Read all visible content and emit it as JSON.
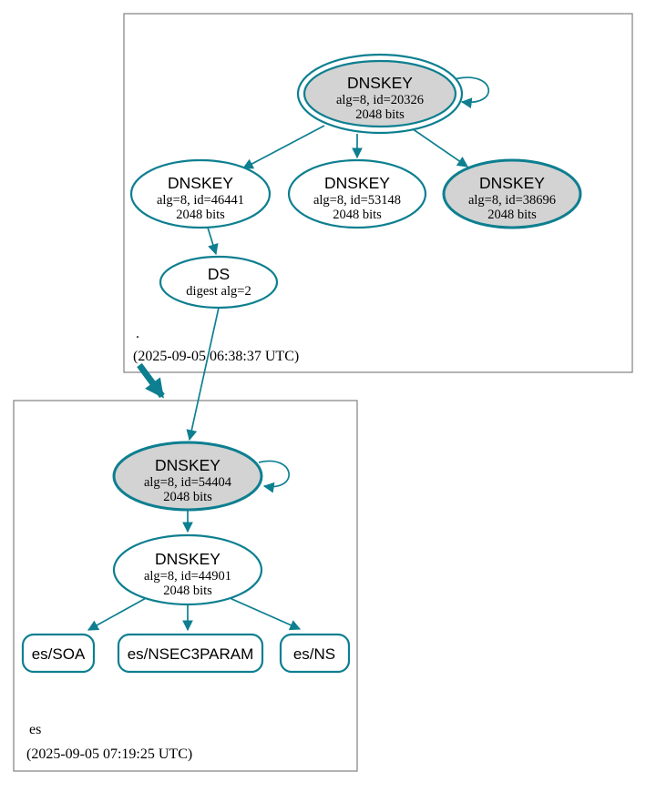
{
  "colors": {
    "teal": "#0d7f90",
    "node_fill_gray": "#d3d3d3",
    "box_border": "#808080",
    "text": "#000000"
  },
  "zones": [
    {
      "label": ".",
      "timestamp": "(2025-09-05 06:38:37 UTC)",
      "nodes": {
        "ksk20326": {
          "title": "DNSKEY",
          "detail1": "alg=8, id=20326",
          "detail2": "2048 bits"
        },
        "zsk46441": {
          "title": "DNSKEY",
          "detail1": "alg=8, id=46441",
          "detail2": "2048 bits"
        },
        "zsk53148": {
          "title": "DNSKEY",
          "detail1": "alg=8, id=53148",
          "detail2": "2048 bits"
        },
        "ksk38696": {
          "title": "DNSKEY",
          "detail1": "alg=8, id=38696",
          "detail2": "2048 bits"
        },
        "ds": {
          "title": "DS",
          "detail1": "digest alg=2"
        }
      }
    },
    {
      "label": "es",
      "timestamp": "(2025-09-05 07:19:25 UTC)",
      "nodes": {
        "ksk54404": {
          "title": "DNSKEY",
          "detail1": "alg=8, id=54404",
          "detail2": "2048 bits"
        },
        "zsk44901": {
          "title": "DNSKEY",
          "detail1": "alg=8, id=44901",
          "detail2": "2048 bits"
        },
        "soa": {
          "label": "es/SOA"
        },
        "nsec3param": {
          "label": "es/NSEC3PARAM"
        },
        "ns": {
          "label": "es/NS"
        }
      }
    }
  ]
}
